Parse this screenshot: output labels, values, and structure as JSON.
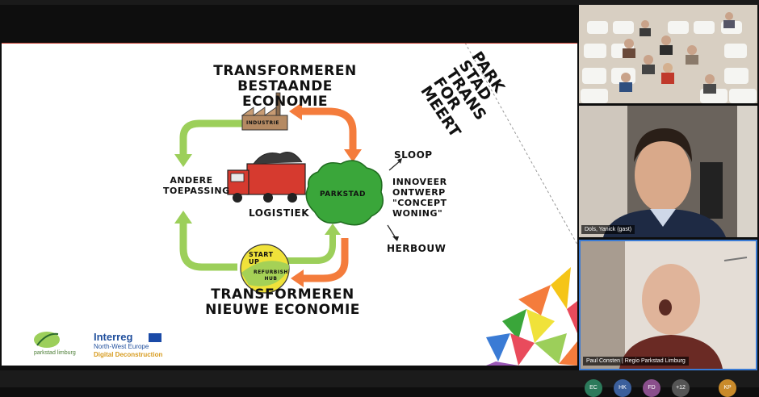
{
  "slide": {
    "title_top": [
      "TRANSFORMEREN",
      "BESTAANDE ECONOMIE"
    ],
    "title_bottom": [
      "TRANSFORMEREN",
      "NIEUWE ECONOMIE"
    ],
    "industrie": "INDUSTRIE",
    "logistiek": "LOGISTIEK",
    "parkstad": "PARKSTAD",
    "andere": [
      "ANDERE",
      "TOEPASSING"
    ],
    "sloop": "SLOOP",
    "innoveer": [
      "INNOVEER",
      "ONTWERP",
      "\"CONCEPT",
      "WONING\""
    ],
    "herbouw": "HERBOUW",
    "startup": [
      "START",
      "UP"
    ],
    "refurbish": [
      "REFURBISH",
      "HUB"
    ],
    "park_title": [
      "PARK",
      "STAD",
      "TRANS",
      "FOR",
      "MEERT"
    ]
  },
  "logos": {
    "parkstad_name": "parkstad limburg",
    "interreg_name": "Interreg",
    "interreg_region": "North-West Europe",
    "interreg_project": "Digital Deconstruction"
  },
  "participants": {
    "tile2_name": "Dols, Yanick (gast)",
    "tile3_name": "Paul Consten | Regio Parkstad Limburg"
  },
  "avatars": [
    {
      "initials": "EC",
      "color": "#2c7a5b"
    },
    {
      "initials": "HK",
      "color": "#3b5f9c"
    },
    {
      "initials": "FD",
      "color": "#8a4f8c"
    },
    {
      "initials": "+12",
      "color": "#555555"
    },
    {
      "initials": "KP",
      "color": "#c98a2a"
    }
  ],
  "colors": {
    "accent_orange": "#f47c3c",
    "accent_green": "#9ccf5a",
    "parkstad_green": "#3aa63a",
    "truck_red": "#d63a2f",
    "active_border": "#3a7bd5"
  }
}
